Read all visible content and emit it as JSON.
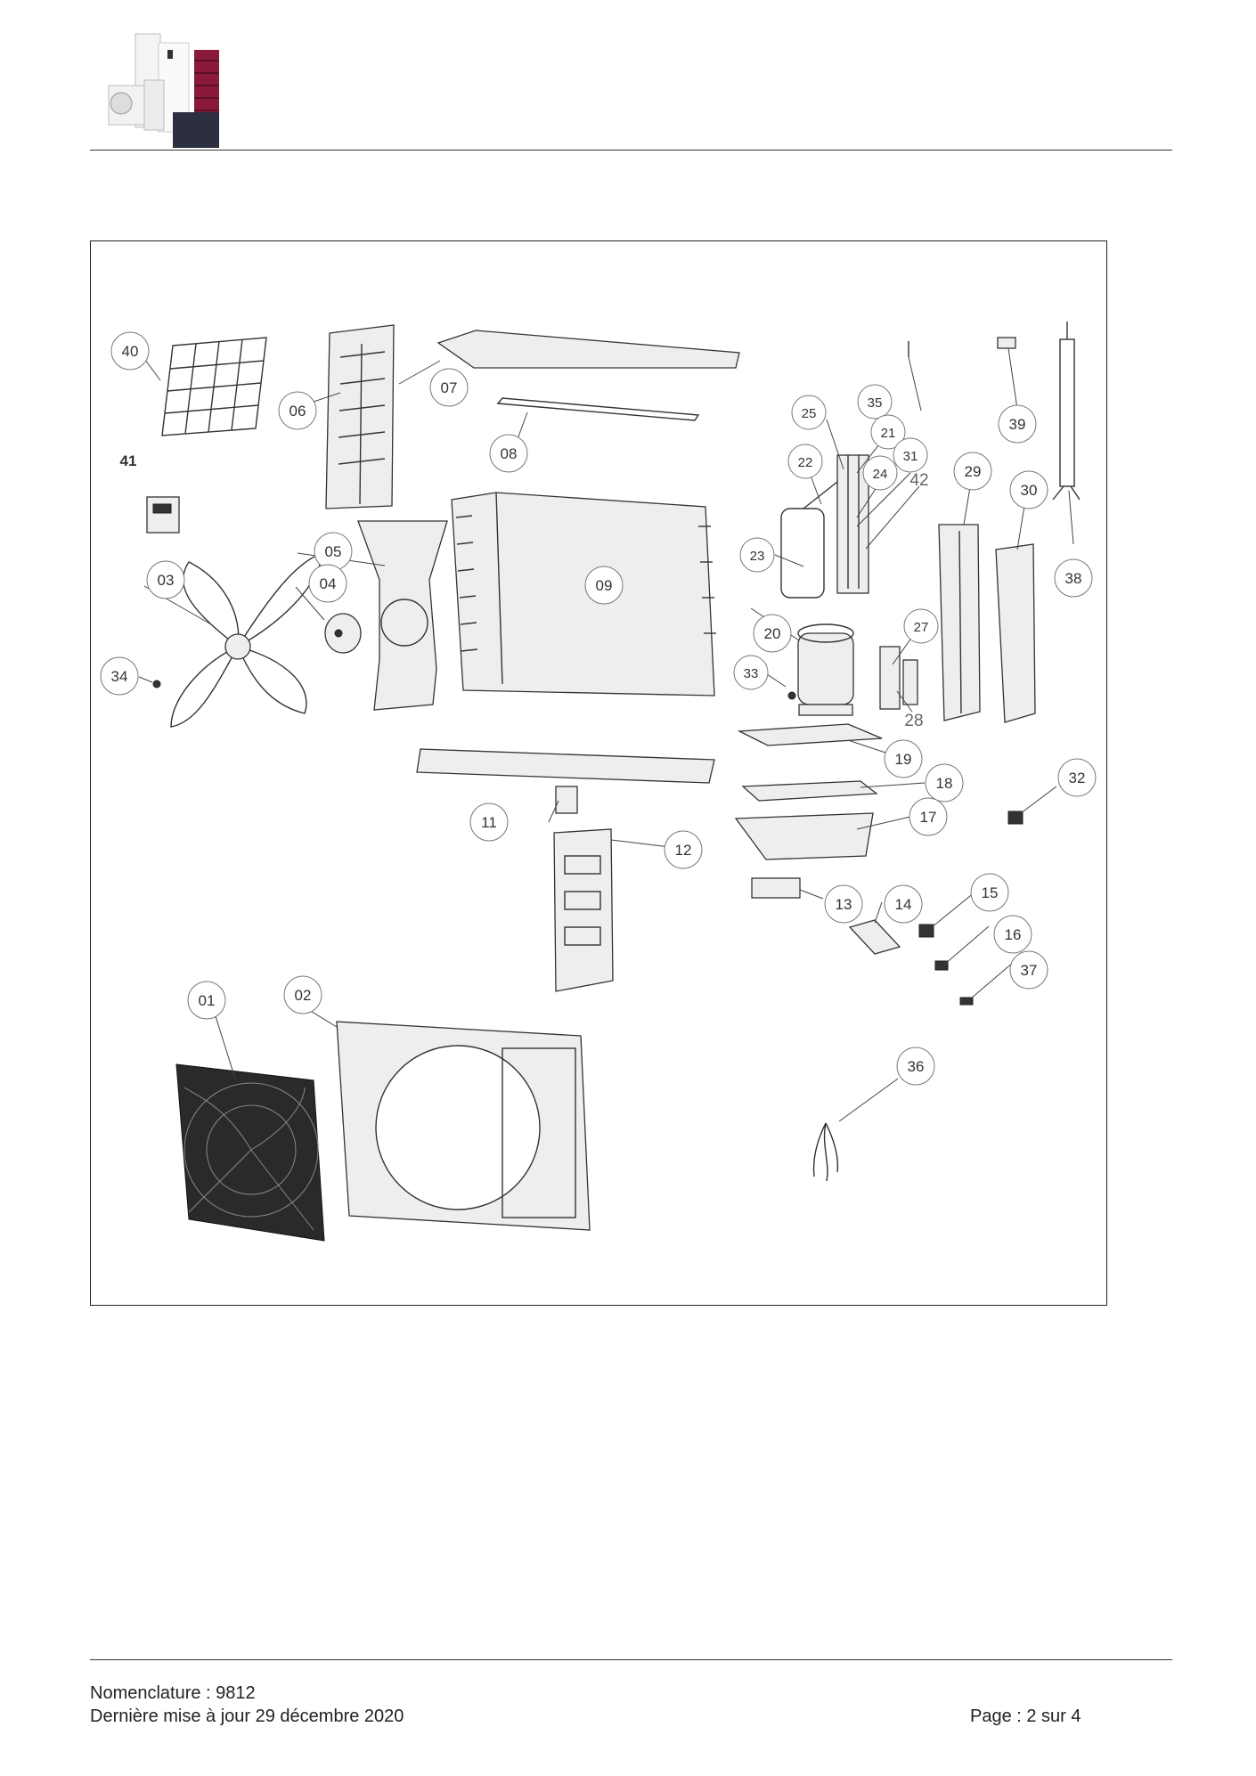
{
  "footer": {
    "nomenclature": "Nomenclature : 9812",
    "updated": "Dernière mise à jour 29 décembre 2020",
    "page": "Page : 2 sur 4"
  },
  "callouts": [
    {
      "id": "40",
      "label": "40",
      "circled": true
    },
    {
      "id": "06",
      "label": "06",
      "circled": true
    },
    {
      "id": "07",
      "label": "07",
      "circled": true
    },
    {
      "id": "08",
      "label": "08",
      "circled": true
    },
    {
      "id": "41",
      "label": "41",
      "circled": false
    },
    {
      "id": "05",
      "label": "05",
      "circled": true
    },
    {
      "id": "03",
      "label": "03",
      "circled": true
    },
    {
      "id": "04",
      "label": "04",
      "circled": true
    },
    {
      "id": "09",
      "label": "09",
      "circled": true
    },
    {
      "id": "34",
      "label": "34",
      "circled": true
    },
    {
      "id": "25",
      "label": "25",
      "circled": true
    },
    {
      "id": "35",
      "label": "35",
      "circled": true
    },
    {
      "id": "21",
      "label": "21",
      "circled": true
    },
    {
      "id": "22",
      "label": "22",
      "circled": true
    },
    {
      "id": "31",
      "label": "31",
      "circled": true
    },
    {
      "id": "24",
      "label": "24",
      "circled": true
    },
    {
      "id": "42",
      "label": "42",
      "circled": false
    },
    {
      "id": "23",
      "label": "23",
      "circled": true
    },
    {
      "id": "20",
      "label": "20",
      "circled": true
    },
    {
      "id": "33",
      "label": "33",
      "circled": true
    },
    {
      "id": "27",
      "label": "27",
      "circled": true
    },
    {
      "id": "28",
      "label": "28",
      "circled": false
    },
    {
      "id": "29",
      "label": "29",
      "circled": true
    },
    {
      "id": "30",
      "label": "30",
      "circled": true
    },
    {
      "id": "39",
      "label": "39",
      "circled": true
    },
    {
      "id": "38",
      "label": "38",
      "circled": true
    },
    {
      "id": "19",
      "label": "19",
      "circled": true
    },
    {
      "id": "18",
      "label": "18",
      "circled": true
    },
    {
      "id": "17",
      "label": "17",
      "circled": true
    },
    {
      "id": "32",
      "label": "32",
      "circled": true
    },
    {
      "id": "11",
      "label": "11",
      "circled": true
    },
    {
      "id": "12",
      "label": "12",
      "circled": true
    },
    {
      "id": "13",
      "label": "13",
      "circled": true
    },
    {
      "id": "14",
      "label": "14",
      "circled": true
    },
    {
      "id": "15",
      "label": "15",
      "circled": true
    },
    {
      "id": "16",
      "label": "16",
      "circled": true
    },
    {
      "id": "37",
      "label": "37",
      "circled": true
    },
    {
      "id": "01",
      "label": "01",
      "circled": true
    },
    {
      "id": "02",
      "label": "02",
      "circled": true
    },
    {
      "id": "36",
      "label": "36",
      "circled": true
    }
  ]
}
